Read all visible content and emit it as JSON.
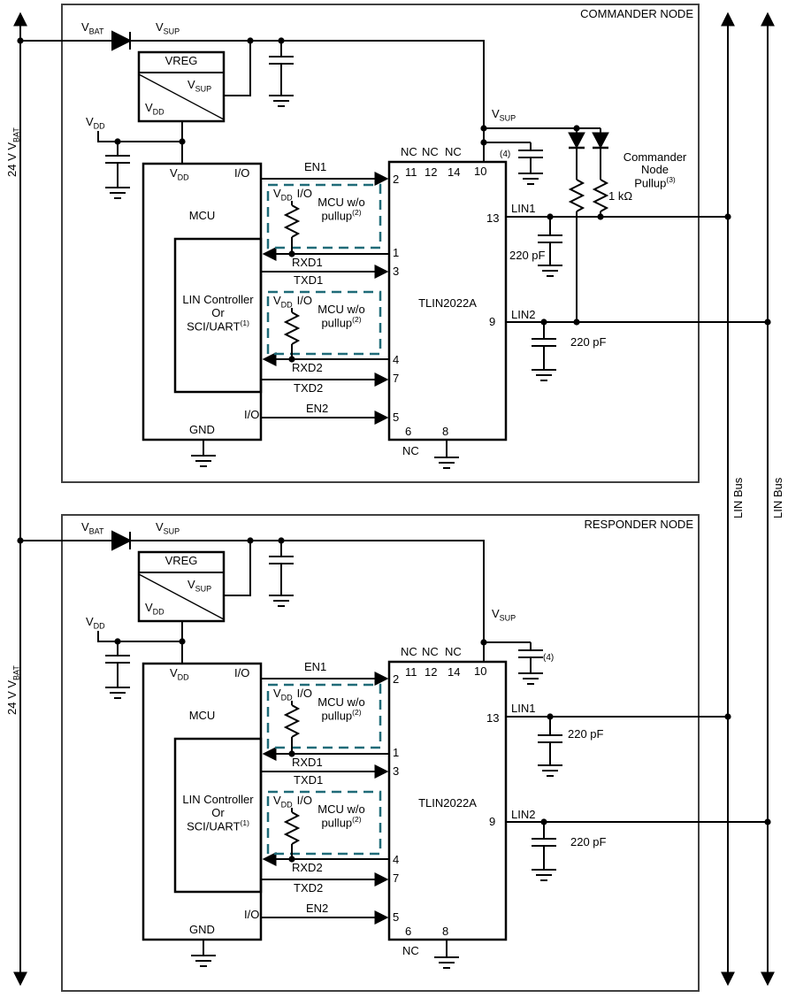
{
  "global": {
    "battery_rail_label_top": {
      "base": "24 V V",
      "sub": "BAT"
    },
    "battery_rail_label_bottom": {
      "base": "24 V V",
      "sub": "BAT"
    },
    "lin_bus_label_1": "LIN Bus",
    "lin_bus_label_2": "LIN Bus",
    "colors": {
      "wire": "#000000",
      "node_border": "#404040",
      "dashed_note_box": "#1f6b78"
    }
  },
  "commander": {
    "title": "COMMANDER NODE",
    "supply": {
      "vbat": {
        "base": "V",
        "sub": "BAT"
      },
      "vsup": {
        "base": "V",
        "sub": "SUP"
      },
      "vdd": {
        "base": "V",
        "sub": "DD"
      },
      "vreg": {
        "title": "VREG",
        "out_vsup": {
          "base": "V",
          "sub": "SUP"
        },
        "out_vdd": {
          "base": "V",
          "sub": "DD"
        }
      }
    },
    "mcu": {
      "vdd": {
        "base": "V",
        "sub": "DD"
      },
      "io_top": "I/O",
      "name": "MCU",
      "controller_line1": "LIN Controller",
      "controller_line2": "Or",
      "controller_line3": "SCI/UART",
      "controller_note": "(1)",
      "gnd": "GND",
      "io_bottom": "I/O"
    },
    "signals": {
      "en1": "EN1",
      "rxd1": "RXD1",
      "txd1": "TXD1",
      "rxd2": "RXD2",
      "txd2": "TXD2",
      "en2": "EN2"
    },
    "mcu_note1": {
      "vdd": {
        "base": "V",
        "sub": "DD"
      },
      "io": "I/O",
      "line1": "MCU w/o",
      "line2": "pullup",
      "note": "(2)"
    },
    "mcu_note2": {
      "vdd": {
        "base": "V",
        "sub": "DD"
      },
      "io": "I/O",
      "line1": "MCU w/o",
      "line2": "pullup",
      "note": "(2)"
    },
    "chip": {
      "name": "TLIN2022A",
      "nc_top_1": "NC",
      "nc_top_2": "NC",
      "nc_top_3": "NC",
      "pin_11": "11",
      "pin_12": "12",
      "pin_14": "14",
      "pin_10": "10",
      "pin_en1": "2",
      "pin_rxd1": "1",
      "pin_txd1": "3",
      "pin_rxd2": "4",
      "pin_txd2": "7",
      "pin_en2": "5",
      "pin_lin1": "13",
      "pin_lin2": "9",
      "pin_6": "6",
      "pin_8": "8",
      "nc_bottom": "NC",
      "lin1": "LIN1",
      "lin2": "LIN2"
    },
    "vsup_pin10": {
      "base": "V",
      "sub": "SUP"
    },
    "bypass_cap_note": "(4)",
    "lin1_cap_value": "220 pF",
    "lin2_cap_value": "220 pF",
    "pullup": {
      "line1": "Commander",
      "line2": "Node",
      "line3": "Pullup",
      "note": "(3)",
      "resistor_value": "1 kΩ"
    }
  },
  "responder": {
    "title": "RESPONDER NODE",
    "supply": {
      "vbat": {
        "base": "V",
        "sub": "BAT"
      },
      "vsup": {
        "base": "V",
        "sub": "SUP"
      },
      "vdd": {
        "base": "V",
        "sub": "DD"
      },
      "vreg": {
        "title": "VREG",
        "out_vsup": {
          "base": "V",
          "sub": "SUP"
        },
        "out_vdd": {
          "base": "V",
          "sub": "DD"
        }
      }
    },
    "mcu": {
      "vdd": {
        "base": "V",
        "sub": "DD"
      },
      "io_top": "I/O",
      "name": "MCU",
      "controller_line1": "LIN Controller",
      "controller_line2": "Or",
      "controller_line3": "SCI/UART",
      "controller_note": "(1)",
      "gnd": "GND",
      "io_bottom": "I/O"
    },
    "signals": {
      "en1": "EN1",
      "rxd1": "RXD1",
      "txd1": "TXD1",
      "rxd2": "RXD2",
      "txd2": "TXD2",
      "en2": "EN2"
    },
    "mcu_note1": {
      "vdd": {
        "base": "V",
        "sub": "DD"
      },
      "io": "I/O",
      "line1": "MCU w/o",
      "line2": "pullup",
      "note": "(2)"
    },
    "mcu_note2": {
      "vdd": {
        "base": "V",
        "sub": "DD"
      },
      "io": "I/O",
      "line1": "MCU w/o",
      "line2": "pullup",
      "note": "(2)"
    },
    "chip": {
      "name": "TLIN2022A",
      "nc_top_1": "NC",
      "nc_top_2": "NC",
      "nc_top_3": "NC",
      "pin_11": "11",
      "pin_12": "12",
      "pin_14": "14",
      "pin_10": "10",
      "pin_en1": "2",
      "pin_rxd1": "1",
      "pin_txd1": "3",
      "pin_rxd2": "4",
      "pin_txd2": "7",
      "pin_en2": "5",
      "pin_lin1": "13",
      "pin_lin2": "9",
      "pin_6": "6",
      "pin_8": "8",
      "nc_bottom": "NC",
      "lin1": "LIN1",
      "lin2": "LIN2"
    },
    "vsup_pin10": {
      "base": "V",
      "sub": "SUP"
    },
    "bypass_cap_note": "(4)",
    "lin1_cap_value": "220 pF",
    "lin2_cap_value": "220 pF"
  }
}
